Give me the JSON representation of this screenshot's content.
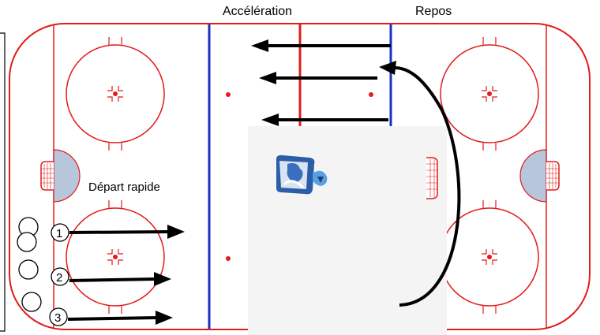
{
  "labels": {
    "acceleration": "Accélération",
    "rest": "Repos",
    "quick_start": "Départ rapide"
  },
  "players": [
    "1",
    "2",
    "3"
  ],
  "colors": {
    "rink_line": "#e21b1b",
    "blue_line": "#1c2fc0",
    "crease_fill": "#b8c6dc",
    "arrow": "#000000",
    "overlay": "#f4f4f4"
  }
}
